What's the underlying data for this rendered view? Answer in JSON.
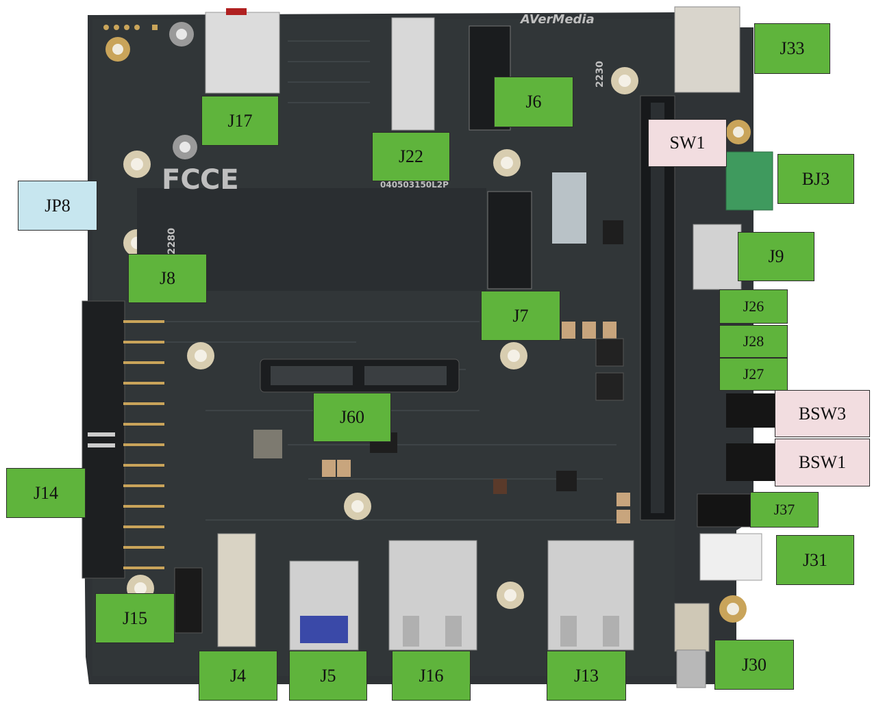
{
  "figure": {
    "board_brand": "AVerMedia",
    "pcb_marking": "040503150L2P",
    "fcc_mark": "FC",
    "ce_mark": "CE",
    "module_text": "2230",
    "slot_text": "2280",
    "colors": {
      "pcb": "#2f3336",
      "label_green": "#5fb43c",
      "label_pink": "#f2dde0",
      "label_blue": "#c7e6ef"
    }
  },
  "labels": {
    "J33": "J33",
    "J17": "J17",
    "J6": "J6",
    "SW1": "SW1",
    "J22": "J22",
    "BJ3": "BJ3",
    "JP8": "JP8",
    "J9": "J9",
    "J8": "J8",
    "J7": "J7",
    "J26": "J26",
    "J28": "J28",
    "J27": "J27",
    "BSW3": "BSW3",
    "J60": "J60",
    "BSW1": "BSW1",
    "J14": "J14",
    "J37": "J37",
    "J31": "J31",
    "J15": "J15",
    "J4": "J4",
    "J5": "J5",
    "J16": "J16",
    "J13": "J13",
    "J30": "J30"
  }
}
